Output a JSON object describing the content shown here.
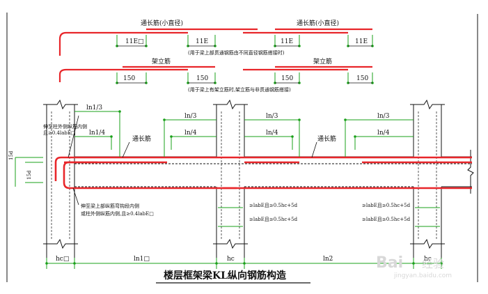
{
  "title": "楼层框架梁KL纵向钢筋构造",
  "colors": {
    "rebar": "#e8262a",
    "dim": "#1aa01a",
    "line": "#111111"
  },
  "top_labels": {
    "through_bar_small_dia_1": "通长筋(小直径)",
    "through_bar_small_dia_2": "通长筋(小直径)",
    "hanger_bar": "架立筋",
    "hanger_bar_2": "架立筋"
  },
  "boxes": {
    "ll_e_1": "11E□",
    "ll_e_2": "11E",
    "ll_e_3": "11E",
    "ll_e_4": "11E",
    "b150_1": "150",
    "b150_2": "150",
    "b150_3": "150",
    "b150_4": "150"
  },
  "notes": {
    "splice_diff_dia": "(用于梁上部贯通钢筋由不同直径钢筋搭接时)",
    "splice_hanger": "(用于梁上有架立筋时,架立筋与非贯通钢筋搭接)",
    "extend_outer_1": "伸至柱外侧纵筋内侧",
    "extend_outer_2": "且≥0.4labE□",
    "extend_bottom_1": "伸至梁上部纵筋弯钩段内侧",
    "extend_bottom_2": "或柱外侧纵筋内侧,且≥0.4labE□",
    "anchor_1a": "≥labE且≥0.5hc+5d",
    "anchor_1b": "≥labE且≥0.5hc+5d",
    "anchor_2a": "≥labE且≥0.5hc+5d",
    "anchor_2b": "≥labE且≥0.5hc+5d"
  },
  "dims": {
    "ln1_3": "ln1/3",
    "ln1_4": "ln1/4",
    "ln_3a": "ln/3",
    "ln_4a": "ln/4",
    "ln_3b": "ln/3",
    "ln_4b": "ln/4",
    "ln_3c": "ln/3",
    "ln_4c": "ln/4",
    "d15_a": "15d",
    "d15_b": "15d",
    "hc_1": "hc□",
    "ln1": "ln1□",
    "hc_2": "hc",
    "ln2": "ln2",
    "hc_3": "hc"
  },
  "labels": {
    "through_bar_a": "通长筋",
    "through_bar_b": "通长筋"
  },
  "watermark": {
    "brand": "Bai",
    "brand2": "经验",
    "url": "jingyan.baidu.com"
  }
}
